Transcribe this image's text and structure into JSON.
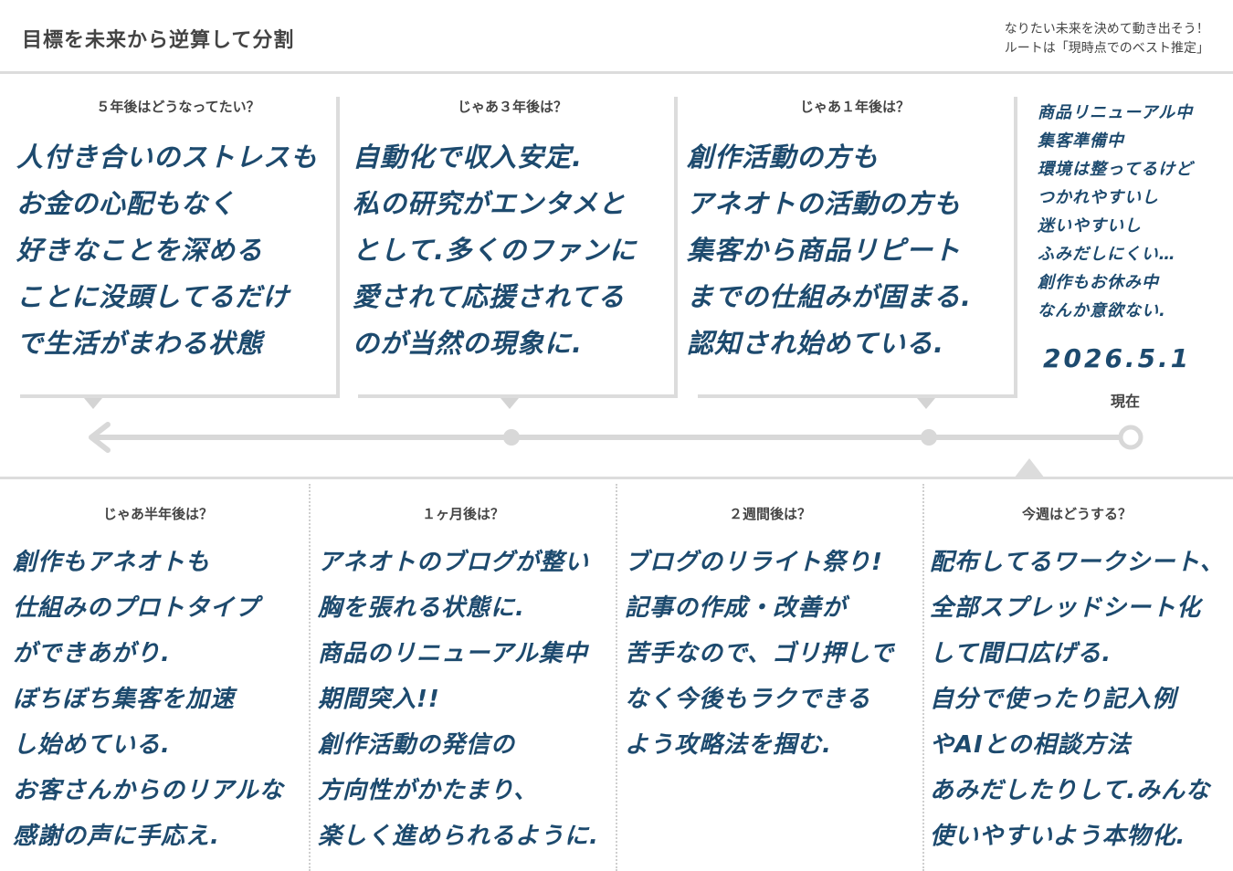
{
  "header": {
    "title": "目標を未来から逆算して分割",
    "tagline": [
      "なりたい未来を決めて動き出そう！",
      "ルートは「現時点でのベスト推定」"
    ]
  },
  "upper": [
    {
      "question": "５年後はどうなってたい？",
      "lines": [
        "人付き合いのストレスも",
        "お金の心配もなく",
        "好きなことを深める",
        "ことに没頭してるだけ",
        "で生活がまわる状態"
      ]
    },
    {
      "question": "じゃあ３年後は？",
      "lines": [
        "自動化で収入安定.",
        "私の研究がエンタメと",
        "として.多くのファンに",
        "愛されて応援されてる",
        "のが当然の現象に."
      ]
    },
    {
      "question": "じゃあ１年後は？",
      "lines": [
        "創作活動の方も",
        "アネオトの活動の方も",
        "集客から商品リピート",
        "までの仕組みが固まる.",
        "認知され始めている."
      ]
    }
  ],
  "current": {
    "lines": [
      "商品リニューアル中",
      "集客準備中",
      "環境は整ってるけど",
      "つかれやすいし",
      "迷いやすいし",
      "ふみだしにくい…",
      "創作もお休み中",
      "なんか意欲ない."
    ],
    "date": "2026.5.1",
    "label": "現在"
  },
  "lower": [
    {
      "question": "じゃあ半年後は？",
      "lines": [
        "創作もアネオトも",
        "仕組みのプロトタイプ",
        "ができあがり.",
        "ぼちぼち集客を加速",
        "し始めている.",
        "お客さんからのリアルな",
        "感謝の声に手応え."
      ]
    },
    {
      "question": "１ヶ月後は？",
      "lines": [
        "アネオトのブログが整い",
        "胸を張れる状態に.",
        "商品のリニューアル集中",
        "期間突入!!",
        "創作活動の発信の",
        "方向性がかたまり、",
        "楽しく進められるように."
      ]
    },
    {
      "question": "２週間後は？",
      "lines": [
        "ブログのリライト祭り!",
        "記事の作成・改善が",
        "苦手なので、ゴリ押しで",
        "なく今後もラクできる",
        "よう攻略法を掴む."
      ]
    },
    {
      "question": "今週はどうする？",
      "lines": [
        "配布してるワークシート、",
        "全部スプレッドシート化",
        "して間口広げる.",
        "自分で使ったり記入例",
        "やAIとの相談方法",
        "あみだしたりして.みんな",
        "使いやすいよう本物化."
      ]
    }
  ]
}
